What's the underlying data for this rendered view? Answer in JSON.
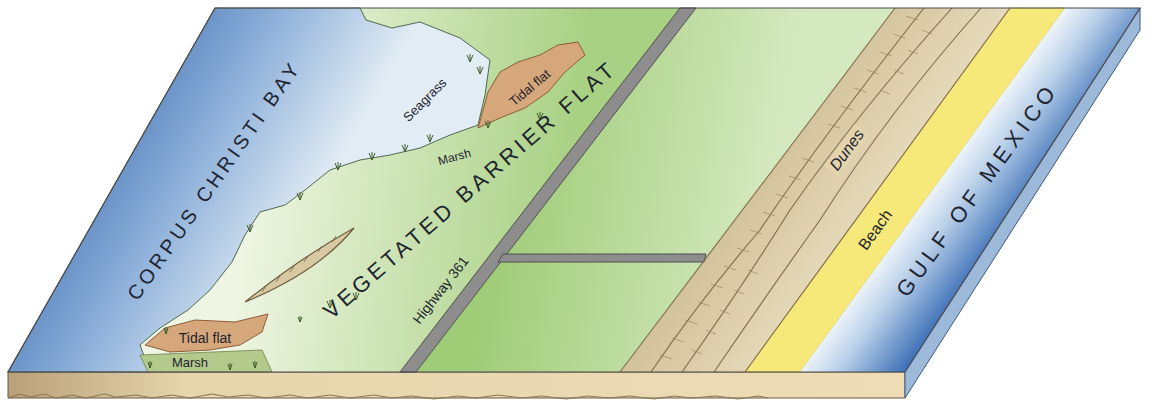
{
  "diagram": {
    "labels": [
      "CORPUS CHRISTI BAY",
      "Seagrass",
      "Tidal flat",
      "Marsh",
      "VEGETATED BARRIER FLAT",
      "Highway 361",
      "Dunes",
      "Beach",
      "GULF OF MEXICO",
      "Tidal flat",
      "Marsh"
    ]
  }
}
